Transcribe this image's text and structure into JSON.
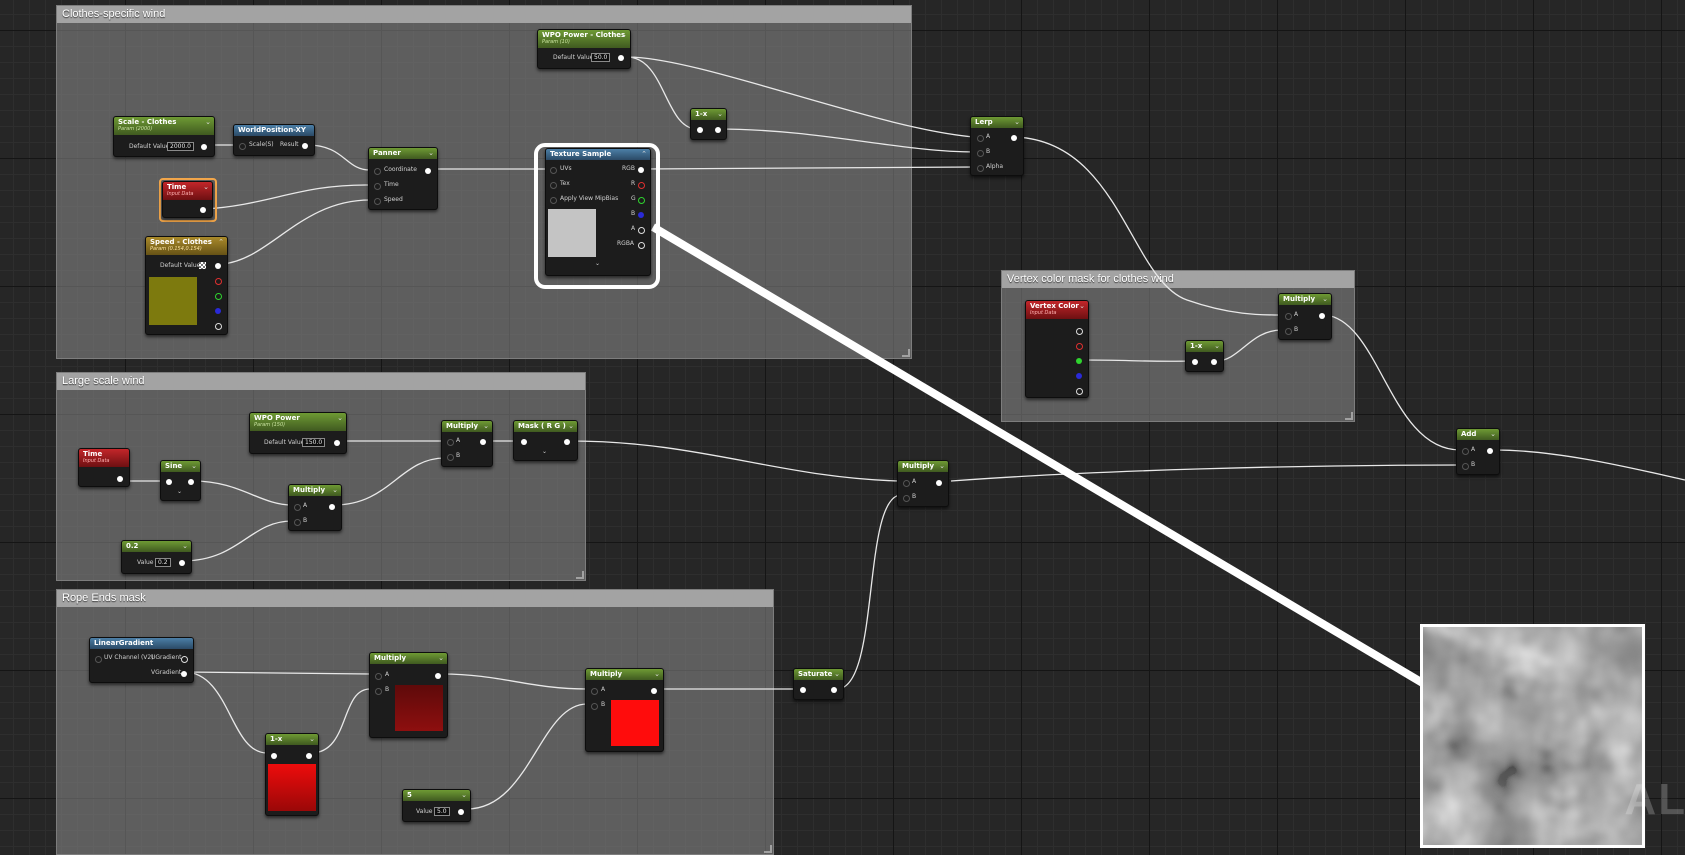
{
  "comments": {
    "clothes": "Clothes-specific wind",
    "large": "Large scale wind",
    "rope": "Rope Ends mask",
    "vertex": "Vertex color mask for clothes wind"
  },
  "nodes": {
    "wpo_power_clothes": {
      "title": "WPO Power - Clothes",
      "sub": "Param (10)",
      "label": "Default Value",
      "value": "50.0"
    },
    "one_minus_a": {
      "title": "1-x"
    },
    "lerp": {
      "title": "Lerp",
      "pins": [
        "A",
        "B",
        "Alpha"
      ]
    },
    "scale_clothes": {
      "title": "Scale - Clothes",
      "sub": "Param (2000)",
      "label": "Default Value",
      "value": "2000.0"
    },
    "world_position": {
      "title": "WorldPosition-XY",
      "in": "Scale(S)",
      "out": "Result"
    },
    "panner": {
      "title": "Panner",
      "pins": [
        "Coordinate",
        "Time",
        "Speed"
      ]
    },
    "time_a": {
      "title": "Time",
      "sub": "Input Data"
    },
    "speed_clothes": {
      "title": "Speed - Clothes",
      "sub": "Param (0.154,0.154)",
      "label": "Default Value"
    },
    "texture_sample": {
      "title": "Texture Sample",
      "inputs": [
        "UVs",
        "Tex",
        "Apply View MipBias"
      ],
      "outputs": [
        "RGB",
        "R",
        "G",
        "B",
        "A",
        "RGBA"
      ]
    },
    "vertex_color": {
      "title": "Vertex Color",
      "sub": "Input Data"
    },
    "one_minus_b": {
      "title": "1-x"
    },
    "multiply_vc": {
      "title": "Multiply",
      "pins": [
        "A",
        "B"
      ]
    },
    "add": {
      "title": "Add",
      "pins": [
        "A",
        "B"
      ]
    },
    "wpo_power": {
      "title": "WPO Power",
      "sub": "Param (150)",
      "label": "Default Value",
      "value": "150.0"
    },
    "multiply_ls1": {
      "title": "Multiply",
      "pins": [
        "A",
        "B"
      ]
    },
    "mask_r": {
      "title": "Mask ( R G )"
    },
    "time_b": {
      "title": "Time",
      "sub": "Input Data"
    },
    "sine": {
      "title": "Sine"
    },
    "multiply_ls2": {
      "title": "Multiply",
      "pins": [
        "A",
        "B"
      ]
    },
    "const_02": {
      "title": "0.2",
      "label": "Value",
      "value": "0.2"
    },
    "multiply_mid": {
      "title": "Multiply",
      "pins": [
        "A",
        "B"
      ]
    },
    "linear_gradient": {
      "title": "LinearGradient",
      "in": "UV Channel (V2)",
      "outs": [
        "UGradient",
        "VGradient"
      ]
    },
    "multiply_re1": {
      "title": "Multiply",
      "pins": [
        "A",
        "B"
      ]
    },
    "multiply_re2": {
      "title": "Multiply",
      "pins": [
        "A",
        "B"
      ]
    },
    "one_minus_c": {
      "title": "1-x"
    },
    "const_5": {
      "title": "5",
      "label": "Value",
      "value": "5.0"
    },
    "saturate": {
      "title": "Saturate"
    }
  },
  "watermark": "AL",
  "colors": {
    "param": "#6e9a34",
    "function": "#4b7fa7",
    "input": "#c3262a",
    "vector": "#aa8a2a",
    "selection": "#f2a64a"
  }
}
